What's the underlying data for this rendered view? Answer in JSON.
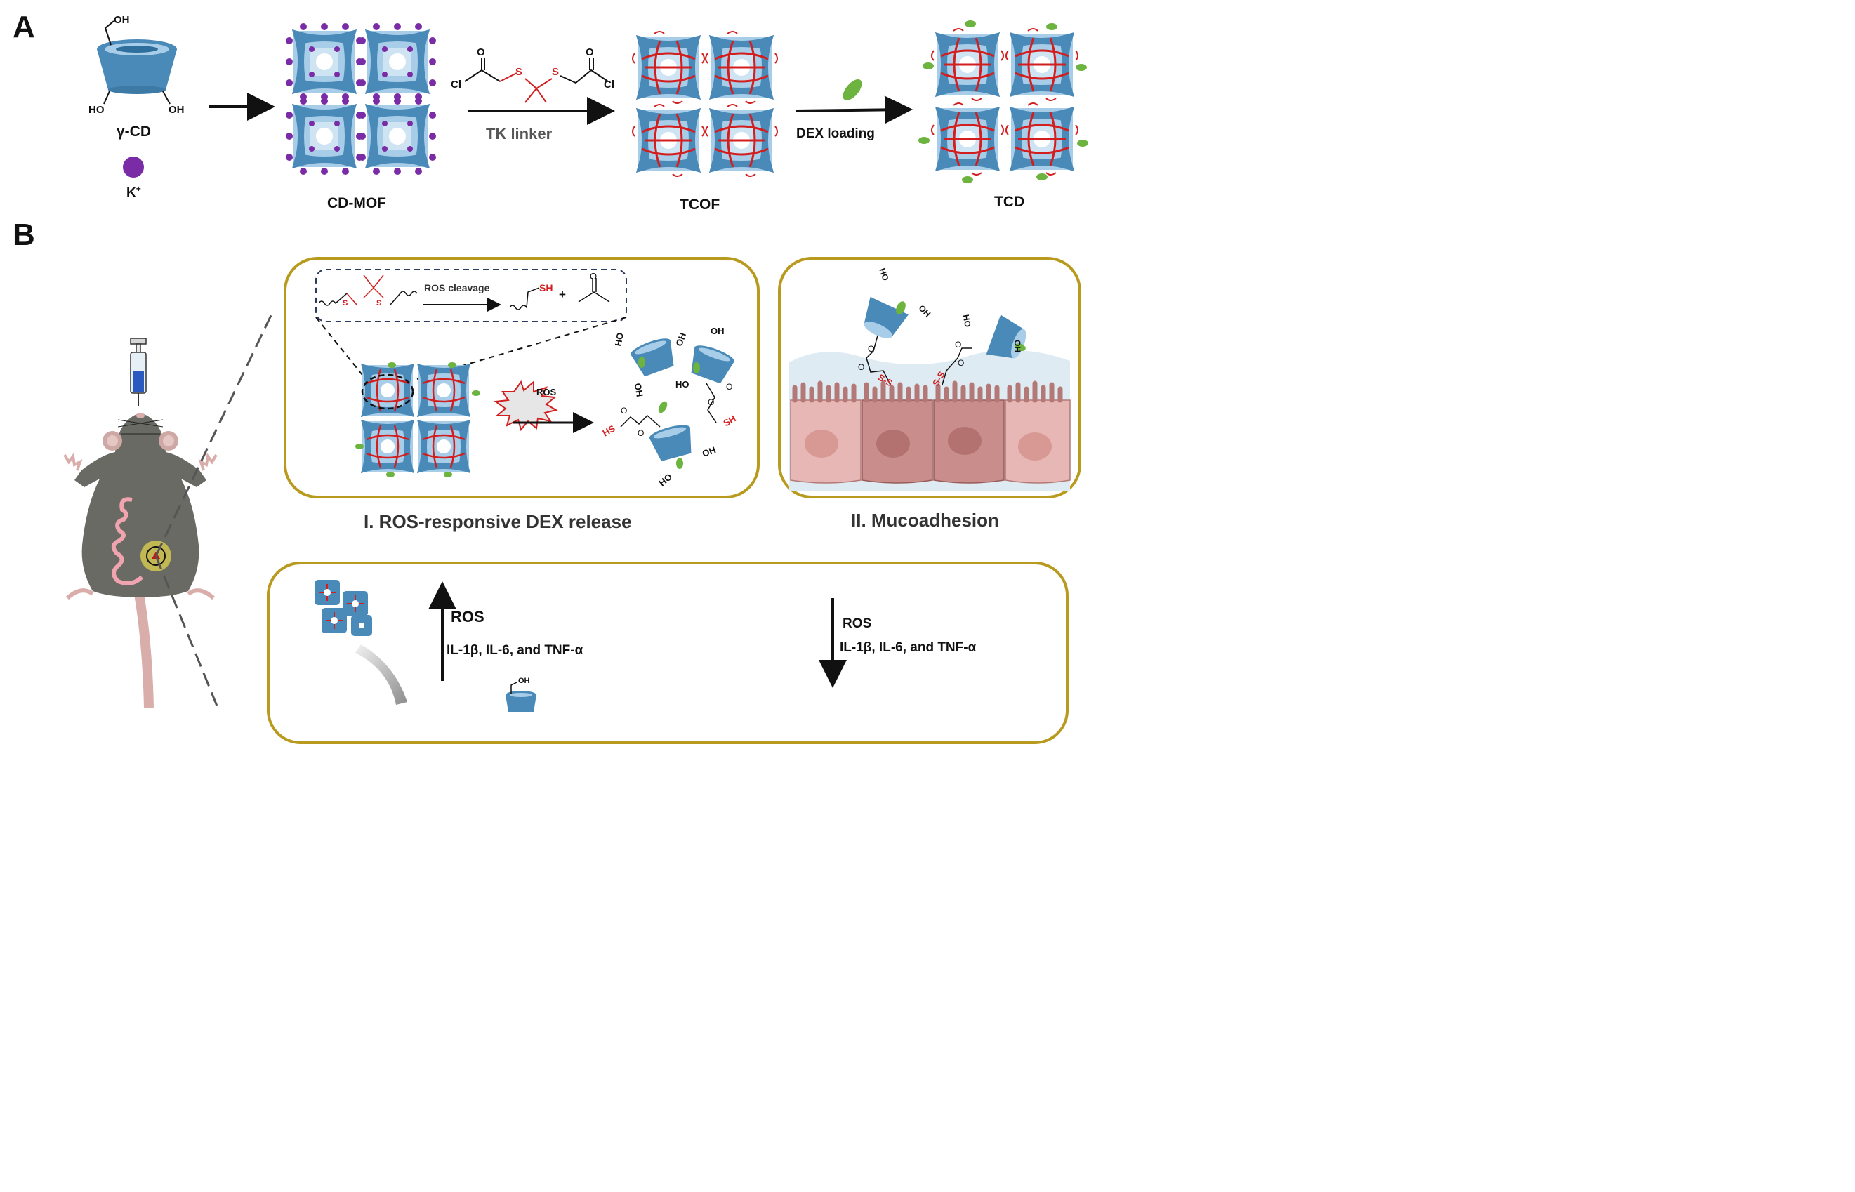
{
  "panel_a": {
    "letter": "A",
    "gcd_label": "γ-CD",
    "gcd_oh_top": "OH",
    "gcd_ho_left": "HO",
    "gcd_oh_right": "OH",
    "k_label": "K",
    "k_charge": "+",
    "cdmof_label": "CD-MOF",
    "linker": {
      "cl_left": "Cl",
      "cl_right": "Cl",
      "o_left": "O",
      "o_right": "O",
      "s1": "S",
      "s2": "S"
    },
    "tk_linker_label": "TK linker",
    "tcof_label": "TCOF",
    "dex_loading_label": "DEX loading",
    "tcd_label": "TCD"
  },
  "panel_b": {
    "letter": "B",
    "box1": {
      "ros_cleavage_label": "ROS cleavage",
      "s1": "S",
      "s2": "S",
      "sh": "SH",
      "plus": "+",
      "o": "O",
      "ros_burst_label": "ROS",
      "oh_labels": [
        "HO",
        "OH",
        "OH",
        "HO",
        "OH",
        "OH",
        "HO"
      ],
      "sh_labels": [
        "SH",
        "HS"
      ],
      "o_labels": [
        "O",
        "O",
        "O",
        "O"
      ],
      "caption": "I. ROS-responsive  DEX release"
    },
    "box2": {
      "oh_labels": [
        "HO",
        "OH",
        "HO",
        "OH"
      ],
      "o_labels": [
        "O",
        "O",
        "O",
        "O"
      ],
      "ss_labels": [
        "S-S",
        "S-S"
      ],
      "caption": "II. Mucoadhesion"
    },
    "box3": {
      "up_ros": "ROS",
      "up_cytokines": "IL-1β, IL-6, and TNF-α",
      "down_ros": "ROS",
      "down_cytokines": "IL-1β, IL-6, and TNF-α",
      "oh_label": "OH"
    }
  },
  "colors": {
    "cd_blue": "#4a8ab8",
    "cd_light": "#a8cde8",
    "k_purple": "#7a2ca6",
    "linker_red": "#d21e1e",
    "dex_green": "#6db33f",
    "box_gold": "#b89a1e",
    "mouse_gray": "#6a6a64"
  }
}
